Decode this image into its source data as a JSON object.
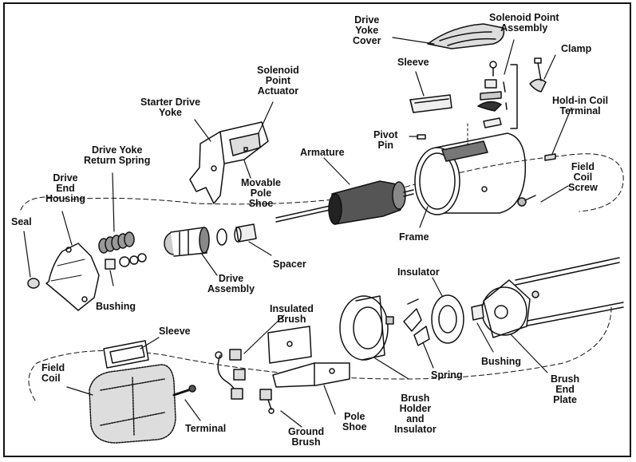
{
  "labels": {
    "drive_yoke_cover": "Drive\nYoke\nCover",
    "solenoid_point_assembly": "Solenoid Point\nAssembly",
    "clamp": "Clamp",
    "sleeve_top": "Sleeve",
    "solenoid_point_actuator": "Solenoid\nPoint\nActuator",
    "starter_drive_yoke": "Starter Drive\nYoke",
    "hold_in_coil_terminal": "Hold-in Coil\nTerminal",
    "pivot_pin": "Pivot\nPin",
    "armature": "Armature",
    "drive_yoke_return_spring": "Drive Yoke\nReturn Spring",
    "drive_end_housing": "Drive\nEnd\nHousing",
    "field_coil_screw": "Field\nCoil\nScrew",
    "movable_pole_shoe": "Movable\nPole\nShoe",
    "seal": "Seal",
    "frame": "Frame",
    "spacer": "Spacer",
    "drive_assembly": "Drive\nAssembly",
    "bushing_left": "Bushing",
    "insulator": "Insulator",
    "insulated_brush": "Insulated\nBrush",
    "sleeve_bottom": "Sleeve",
    "field_coil": "Field\nCoil",
    "spring": "Spring",
    "bushing_right": "Bushing",
    "brush_end_plate": "Brush\nEnd\nPlate",
    "brush_holder_and_insulator": "Brush\nHolder\nand\nInsulator",
    "terminal": "Terminal",
    "pole_shoe": "Pole\nShoe",
    "ground_brush": "Ground\nBrush"
  }
}
